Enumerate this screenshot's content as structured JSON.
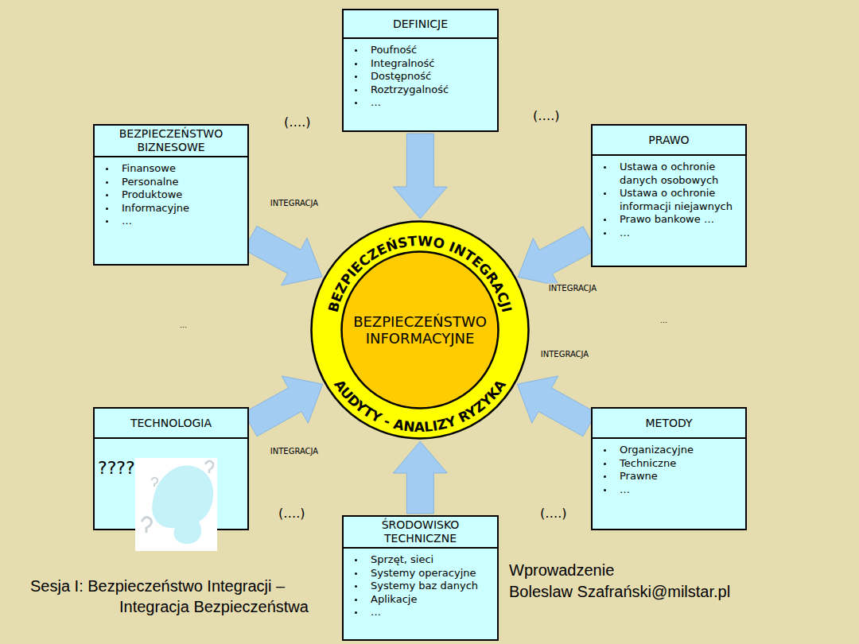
{
  "diagram": {
    "nodes": [
      {
        "text": [
          "DEFINICJE",
          "Poufność",
          "Integralność",
          "Dostępność",
          "Roztrzygalność",
          "…"
        ]
      },
      {
        "text": [
          "BEZPIECZEŃSTWO BIZNESOWE",
          "Finansowe",
          "Personalne",
          "Produktowe",
          "Informacyjne",
          "…"
        ]
      },
      {
        "text": [
          "PRAWO",
          "Ustawa o ochronie danych osobowych",
          "Ustawa o ochronie informacji niejawnych",
          "Prawo bankowe …",
          "…"
        ]
      },
      {
        "text": [
          "BEZPIECZEŃSTWO INTEGRACJI",
          "AUDYTY - ANALIZY RYZYKA"
        ]
      },
      {
        "text": [
          "BEZPIECZEŃSTWO INFORMACYJNE"
        ],
        "in": 3
      },
      {
        "text": [
          "TECHNOLOGIA",
          "????"
        ]
      },
      {
        "text": [
          "METODY",
          "Organizacyjne",
          "Techniczne",
          "Prawne",
          "…"
        ]
      },
      {
        "text": [
          "ŚRODOWISKO TECHNICZNE",
          "Sprzęt, sieci",
          "Systemy operacyjne",
          "Systemy baz danych",
          "Aplikacje",
          "…"
        ]
      }
    ],
    "edges": [
      {
        "from": 0,
        "to": 3,
        "arrow": "to"
      },
      {
        "from": 1,
        "to": 3,
        "label": "INTEGRACJA",
        "arrow": "to"
      },
      {
        "from": 2,
        "to": 3,
        "label": "INTEGRACJA",
        "arrow": "to"
      },
      {
        "from": 5,
        "to": 3,
        "label": "INTEGRACJA",
        "arrow": "to"
      },
      {
        "from": 6,
        "to": 3,
        "label": "INTEGRACJA",
        "arrow": "to"
      },
      {
        "from": 7,
        "to": 3,
        "arrow": "to"
      }
    ],
    "labels": [
      "(….)",
      "(….)",
      "(….)",
      "(….)",
      "…",
      "…",
      "Sesja I: Bezpieczeństwo Integracji –",
      "Integracja Bezpieczeństwa",
      "Wprowadzenie",
      "Boleslaw Szafrański@milstar.pl"
    ]
  }
}
